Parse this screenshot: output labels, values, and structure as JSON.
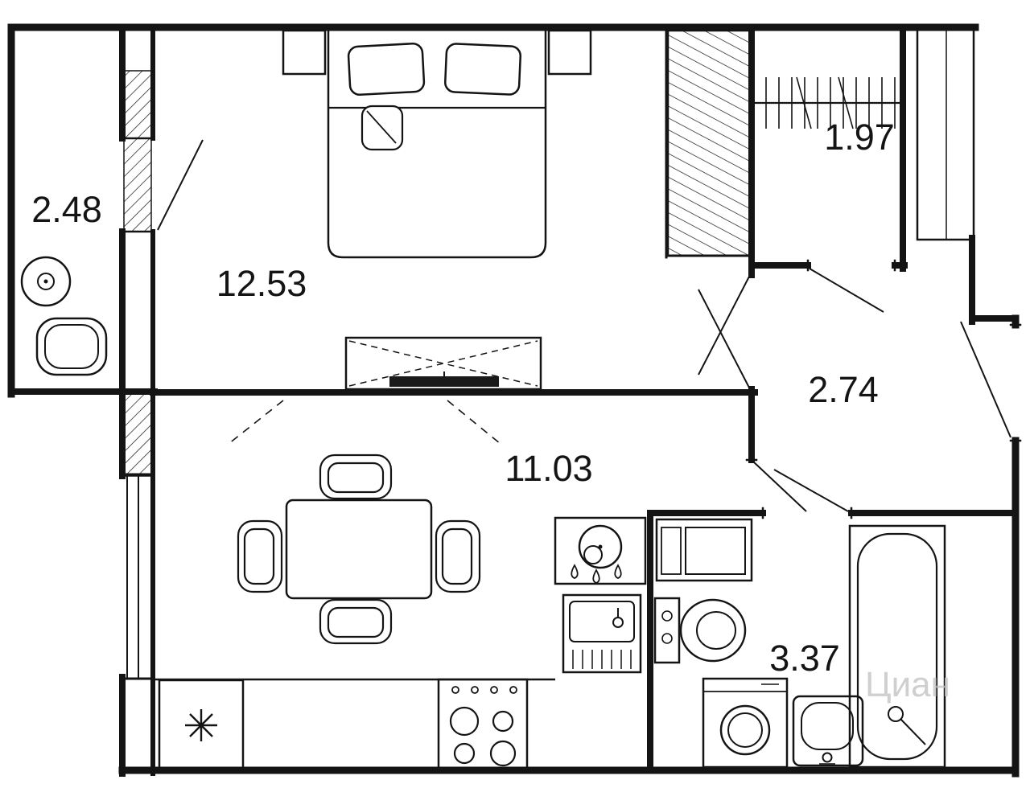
{
  "rooms": {
    "balcony": {
      "area": "2.48"
    },
    "bedroom": {
      "area": "12.53"
    },
    "wardrobe": {
      "area": "1.97"
    },
    "hallway": {
      "area": "2.74"
    },
    "kitchen_living": {
      "area": "11.03"
    },
    "bathroom": {
      "area": "3.37"
    }
  },
  "watermark": {
    "text": "Циан"
  },
  "colors": {
    "wall": "#141414",
    "line": "#141414",
    "background": "#ffffff",
    "watermark": "#c4c4c4"
  }
}
